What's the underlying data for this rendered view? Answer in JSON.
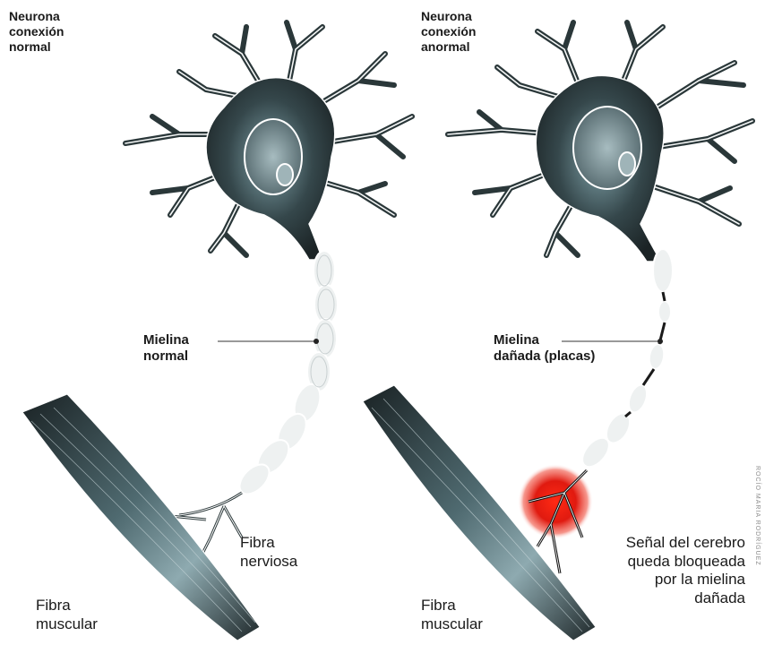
{
  "left_panel": {
    "title": "Neurona\nconexión\nnormal",
    "myelin_label": "Mielina\nnormal",
    "nerve_label": "Fibra\nnerviosa",
    "muscle_label": "Fibra\nmuscular"
  },
  "right_panel": {
    "title": "Neurona\nconexión\nanormal",
    "myelin_label": "Mielina\ndañada (placas)",
    "blocked_label": "Señal del cerebro\nqueda bloqueada\npor la mielina\ndañada",
    "muscle_label": "Fibra\nmuscular"
  },
  "credit": "ROCÍO MARIA RODRÍGUEZ",
  "colors": {
    "neuron_dark": "#1f2a2c",
    "neuron_teal": "#6f9aa3",
    "myelin": "#f2f4f4",
    "muscle_dark": "#1e2628",
    "block_red": "#e01a10"
  }
}
